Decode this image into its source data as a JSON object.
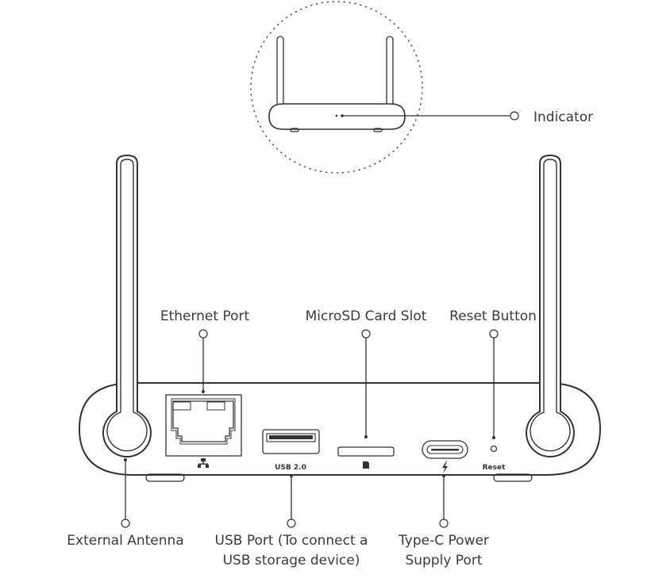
{
  "labels": {
    "indicator": "Indicator",
    "ethernet": "Ethernet Port",
    "microsd": "MicroSD Card Slot",
    "reset_button": "Reset Button",
    "external_antenna": "External Antenna",
    "usb_line1": "USB Port (To connect a",
    "usb_line2": "USB storage device)",
    "typec_line1": "Type-C Power",
    "typec_line2": "Supply Port"
  },
  "port_markings": {
    "usb": "USB 2.0",
    "reset": "Reset"
  },
  "icons": {
    "ethernet": "network-icon",
    "sd": "sd-card-icon",
    "power": "lightning-icon"
  }
}
